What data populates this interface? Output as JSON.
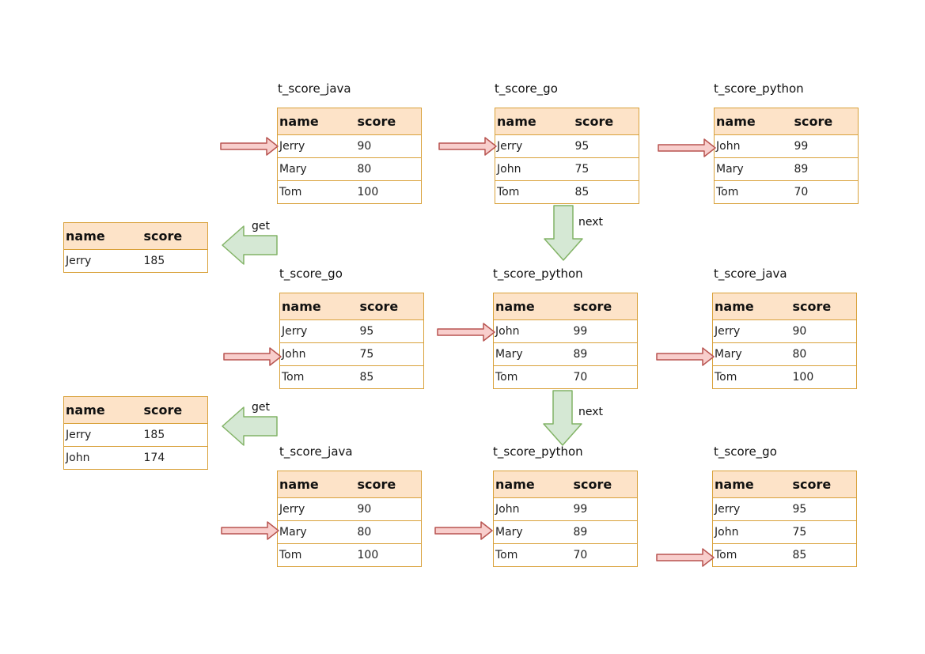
{
  "labels": {
    "row1": [
      "t_score_java",
      "t_score_go",
      "t_score_python"
    ],
    "row2": [
      "t_score_go",
      "t_score_python",
      "t_score_java"
    ],
    "row3": [
      "t_score_java",
      "t_score_python",
      "t_score_go"
    ]
  },
  "header": {
    "name": "name",
    "score": "score"
  },
  "tables": {
    "r1": [
      [
        [
          "Jerry",
          "90"
        ],
        [
          "Mary",
          "80"
        ],
        [
          "Tom",
          "100"
        ]
      ],
      [
        [
          "Jerry",
          "95"
        ],
        [
          "John",
          "75"
        ],
        [
          "Tom",
          "85"
        ]
      ],
      [
        [
          "John",
          "99"
        ],
        [
          "Mary",
          "89"
        ],
        [
          "Tom",
          "70"
        ]
      ]
    ],
    "r2": [
      [
        [
          "Jerry",
          "95"
        ],
        [
          "John",
          "75"
        ],
        [
          "Tom",
          "85"
        ]
      ],
      [
        [
          "John",
          "99"
        ],
        [
          "Mary",
          "89"
        ],
        [
          "Tom",
          "70"
        ]
      ],
      [
        [
          "Jerry",
          "90"
        ],
        [
          "Mary",
          "80"
        ],
        [
          "Tom",
          "100"
        ]
      ]
    ],
    "r3": [
      [
        [
          "Jerry",
          "90"
        ],
        [
          "Mary",
          "80"
        ],
        [
          "Tom",
          "100"
        ]
      ],
      [
        [
          "John",
          "99"
        ],
        [
          "Mary",
          "89"
        ],
        [
          "Tom",
          "70"
        ]
      ],
      [
        [
          "Jerry",
          "95"
        ],
        [
          "John",
          "75"
        ],
        [
          "Tom",
          "85"
        ]
      ]
    ]
  },
  "results": {
    "first": [
      [
        "Jerry",
        "185"
      ]
    ],
    "second": [
      [
        "Jerry",
        "185"
      ],
      [
        "John",
        "174"
      ]
    ]
  },
  "arrow_labels": {
    "get": "get",
    "next": "next"
  },
  "colors": {
    "table_border": "#d9a13a",
    "header_fill": "#fde3c8",
    "pointer_fill": "#f8cecc",
    "pointer_stroke": "#b85450",
    "flow_fill": "#d5e8d4",
    "flow_stroke": "#82b366"
  }
}
